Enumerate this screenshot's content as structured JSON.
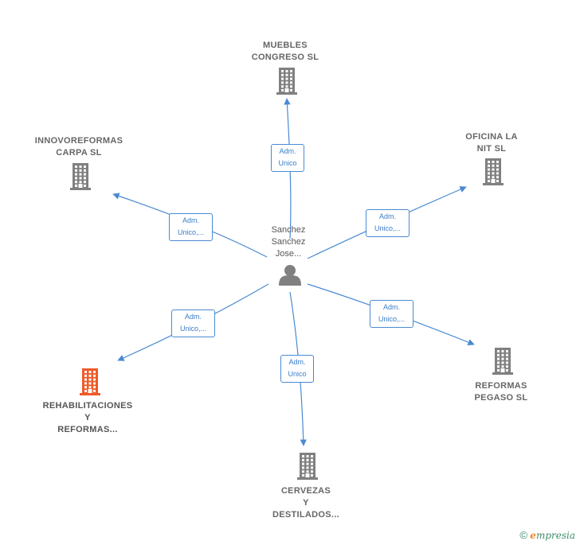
{
  "colors": {
    "edge": "#4a8ad4",
    "building": "#808080",
    "building_highlight": "#f05a28",
    "person": "#808080"
  },
  "center": {
    "name": "Sanchez\nSanchez\nJose...",
    "icon": "person-icon"
  },
  "companies": [
    {
      "id": "muebles",
      "name": "MUEBLES\nCONGRESO SL",
      "icon": "building-icon",
      "highlight": false
    },
    {
      "id": "oficina",
      "name": "OFICINA LA\nNIT  SL",
      "icon": "building-icon",
      "highlight": false
    },
    {
      "id": "innovo",
      "name": "INNOVOREFORMAS\nCARPA  SL",
      "icon": "building-icon",
      "highlight": false
    },
    {
      "id": "rehab",
      "name": "REHABILITACIONES\nY\nREFORMAS...",
      "icon": "building-icon",
      "highlight": true
    },
    {
      "id": "cervezas",
      "name": "CERVEZAS\nY\nDESTILADOS...",
      "icon": "building-icon",
      "highlight": false
    },
    {
      "id": "pegaso",
      "name": "REFORMAS\nPEGASO  SL",
      "icon": "building-icon",
      "highlight": false
    }
  ],
  "edges": [
    {
      "to": "muebles",
      "label": "Adm.\nUnico"
    },
    {
      "to": "oficina",
      "label": "Adm.\nUnico,..."
    },
    {
      "to": "innovo",
      "label": "Adm.\nUnico,..."
    },
    {
      "to": "rehab",
      "label": "Adm.\nUnico,..."
    },
    {
      "to": "cervezas",
      "label": "Adm.\nUnico"
    },
    {
      "to": "pegaso",
      "label": "Adm.\nUnico,..."
    }
  ],
  "footer": {
    "copyright": "©",
    "brand_first": "e",
    "brand_rest": "mpresia"
  }
}
